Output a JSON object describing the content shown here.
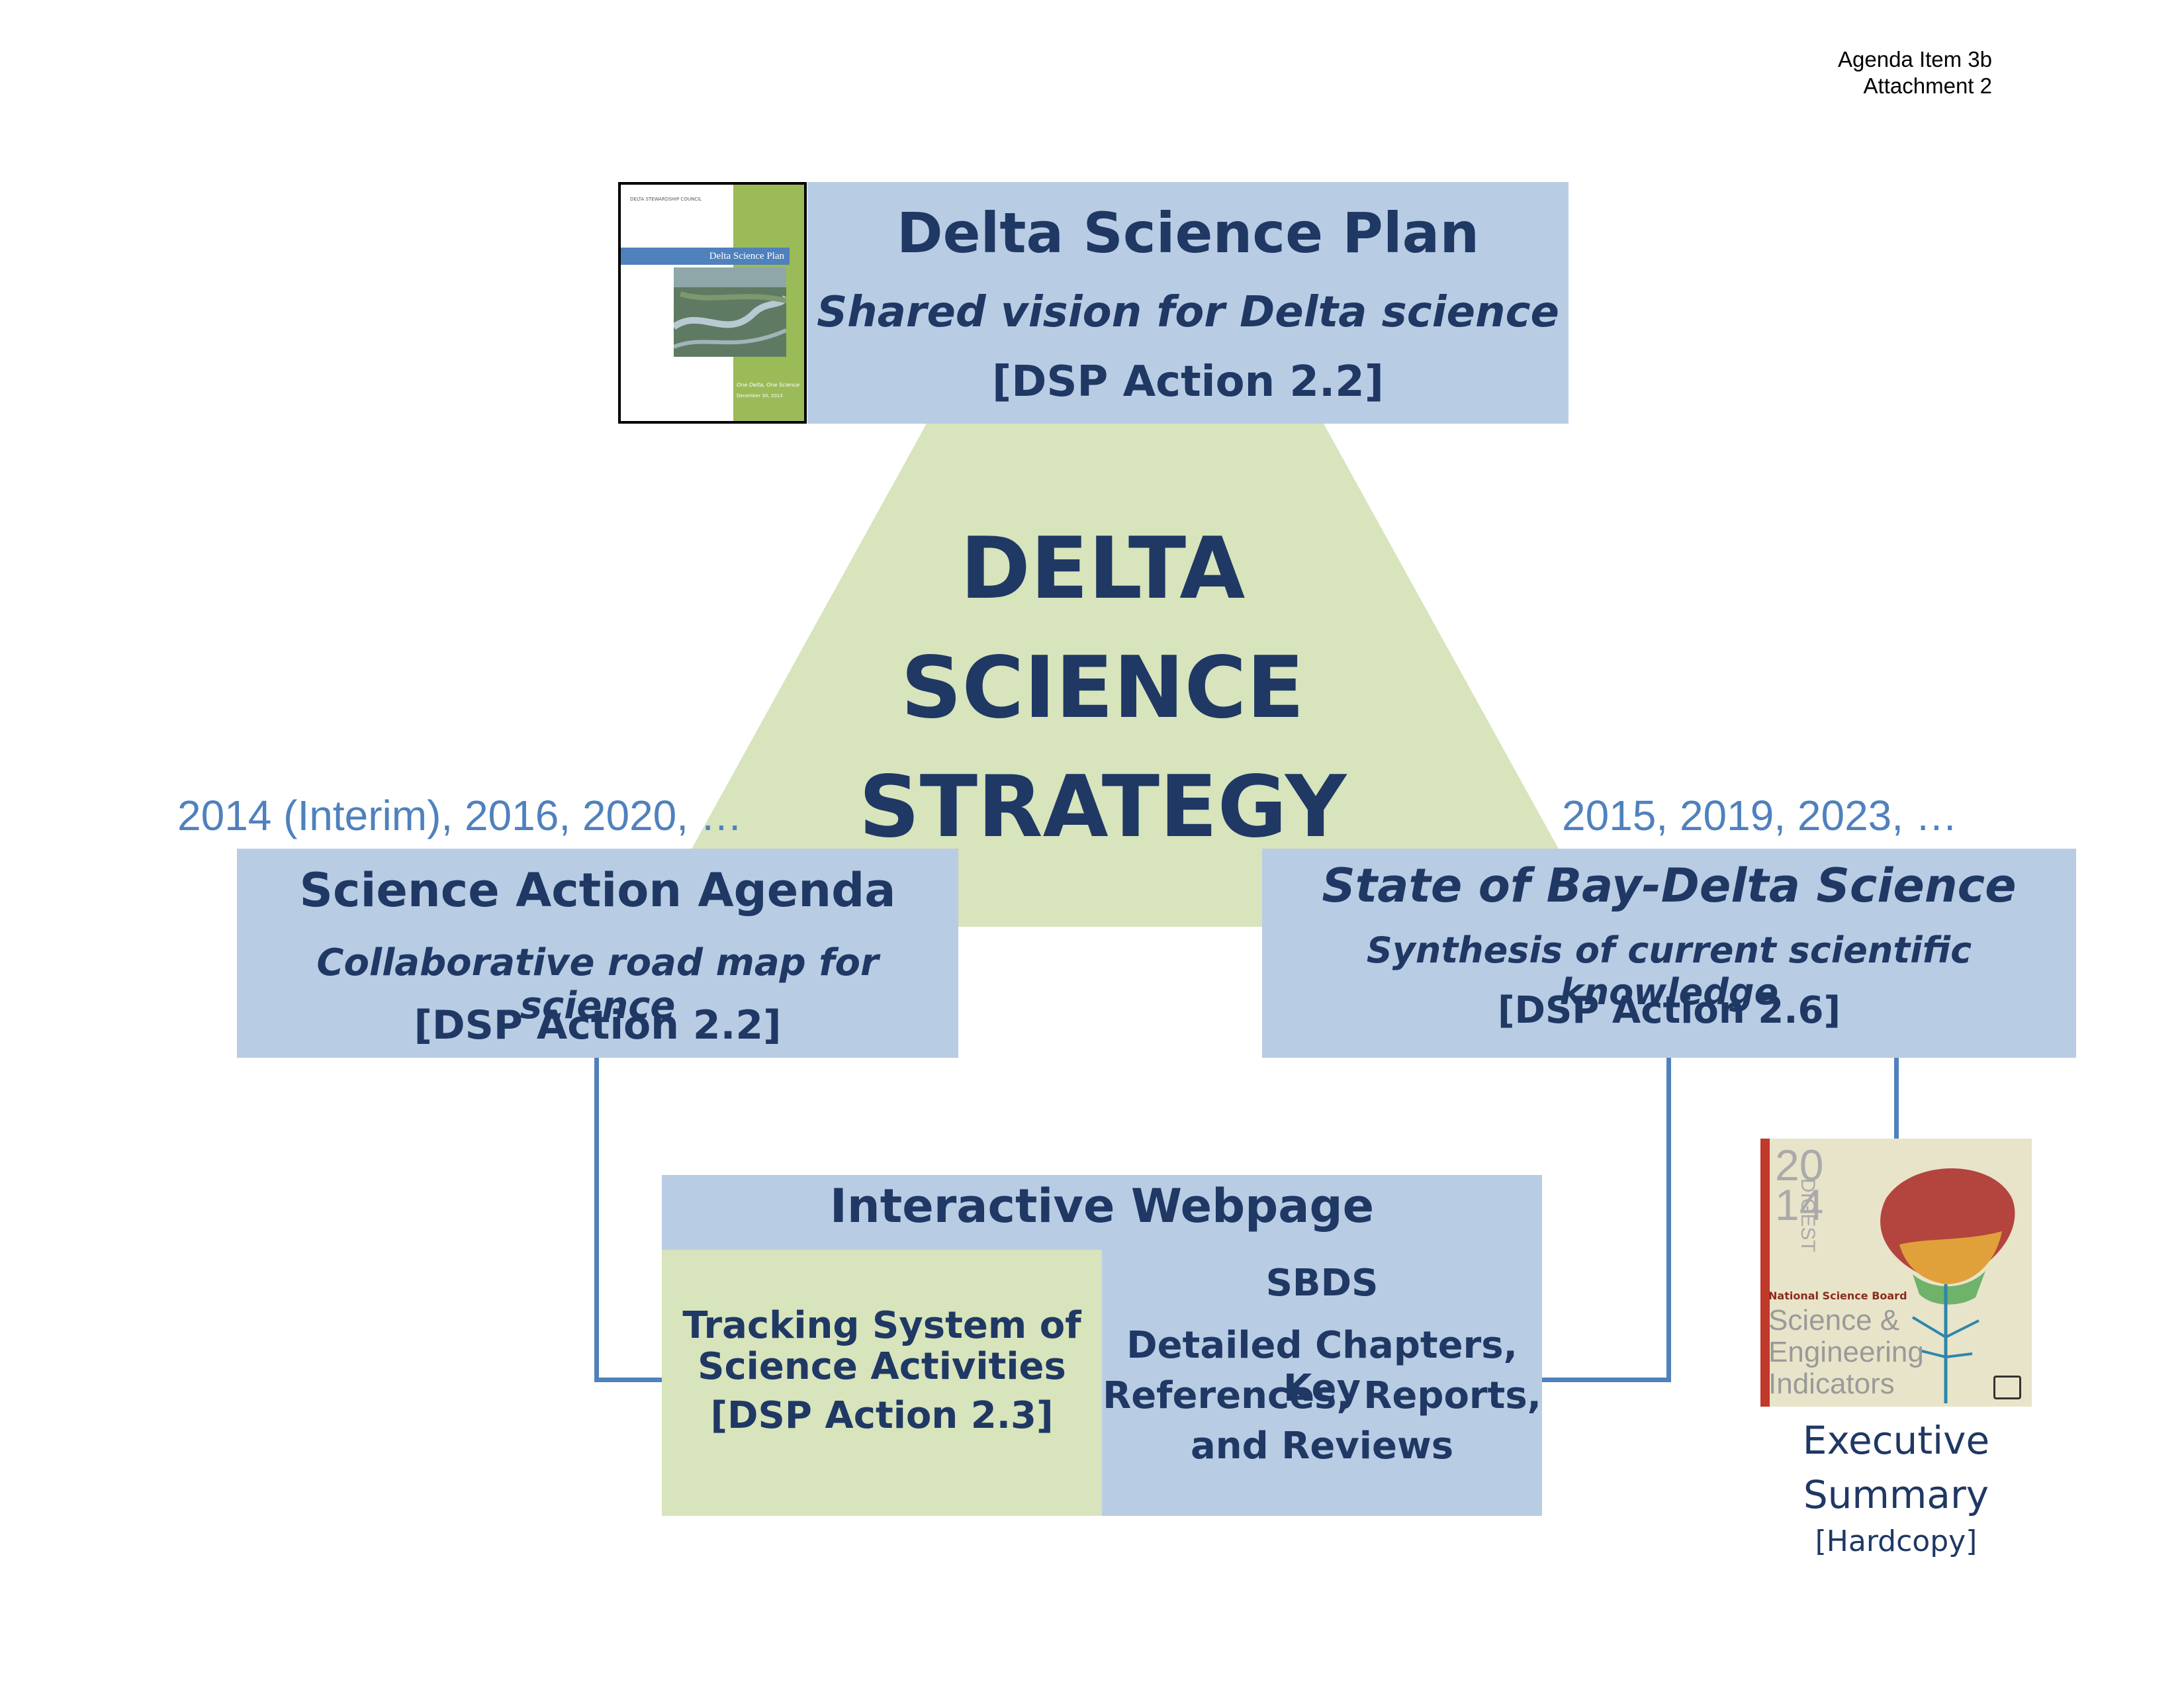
{
  "header": {
    "line1": "Agenda Item 3b",
    "line2": "Attachment 2"
  },
  "delta_science_plan": {
    "title": "Delta Science Plan",
    "subtitle": "Shared vision for Delta science",
    "action": "[DSP Action 2.2]",
    "cover": {
      "header": "DELTA STEWARDSHIP COUNCIL",
      "band": "Delta Science Plan",
      "tagline": "One Delta, One Science",
      "date": "December 30, 2013"
    }
  },
  "center": {
    "line1": "DELTA",
    "line2": "SCIENCE",
    "line3": "STRATEGY"
  },
  "science_action_agenda": {
    "years": "2014 (Interim), 2016, 2020, …",
    "title": "Science Action Agenda",
    "subtitle": "Collaborative road map for science",
    "action": "[DSP Action 2.2]"
  },
  "state_of_science": {
    "years": "2015, 2019, 2023, …",
    "title": "State of Bay-Delta Science",
    "subtitle": "Synthesis of current scientific knowledge",
    "action": "[DSP Action 2.6]"
  },
  "interactive_webpage": {
    "title": "Interactive Webpage",
    "left": {
      "line1": "Tracking System of",
      "line2": "Science Activities",
      "line3": "[DSP Action 2.3]"
    },
    "right": {
      "label": "SBDS",
      "line1": "Detailed Chapters, Key",
      "line2": "References, Reports,",
      "line3": "and Reviews"
    }
  },
  "executive_summary": {
    "line1": "Executive",
    "line2": "Summary",
    "note": "[Hardcopy]",
    "cover": {
      "digit1": "20",
      "digit2": "14",
      "word": "DIGEST",
      "board": "National Science Board",
      "l1": "Science &",
      "l2": "Engineering",
      "l3": "Indicators"
    }
  },
  "colors": {
    "box_blue": "#b8cce4",
    "box_green": "#d7e4bc",
    "text_navy": "#1f3864",
    "line_blue": "#4f81bd"
  }
}
